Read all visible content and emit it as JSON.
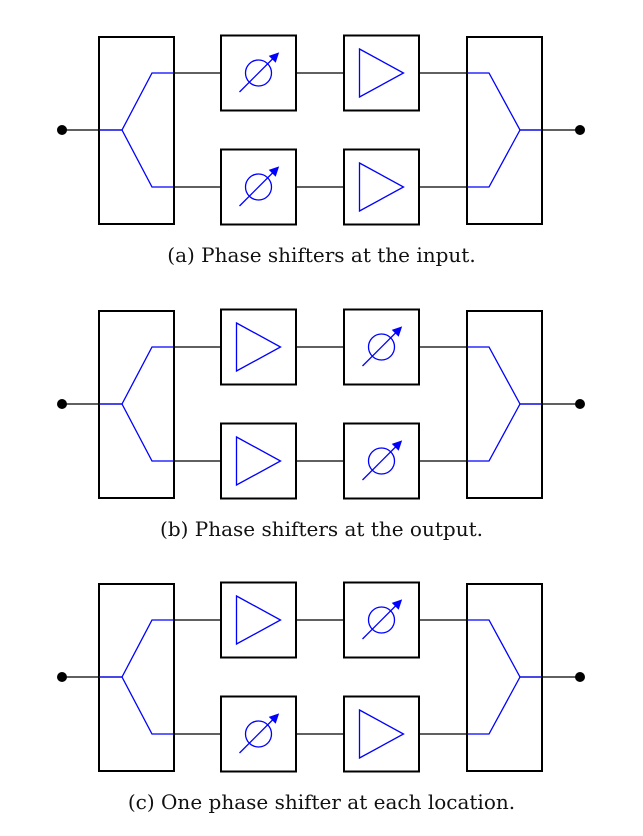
{
  "colors": {
    "line": "#000000",
    "component": "#0000ff",
    "background": "#ffffff"
  },
  "icons": {
    "phase_shifter": "phase-shifter-icon",
    "amplifier": "amplifier-icon",
    "splitter": "power-splitter",
    "combiner": "power-combiner"
  },
  "panels": [
    {
      "caption": "(a) Phase shifters at the input.",
      "top_branch": [
        "phase_shifter",
        "amplifier"
      ],
      "bottom_branch": [
        "phase_shifter",
        "amplifier"
      ]
    },
    {
      "caption": "(b) Phase shifters at the output.",
      "top_branch": [
        "amplifier",
        "phase_shifter"
      ],
      "bottom_branch": [
        "amplifier",
        "phase_shifter"
      ]
    },
    {
      "caption": "(c) One phase shifter at each location.",
      "top_branch": [
        "amplifier",
        "phase_shifter"
      ],
      "bottom_branch": [
        "phase_shifter",
        "amplifier"
      ]
    }
  ]
}
